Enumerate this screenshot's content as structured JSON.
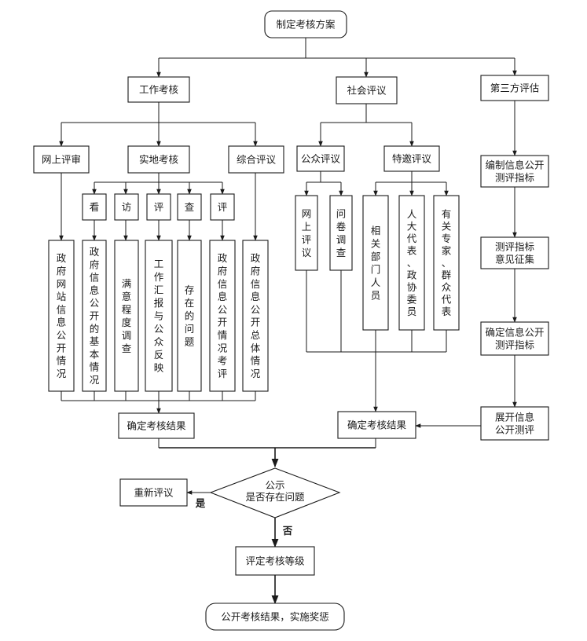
{
  "nodes": {
    "plan": "制定考核方案",
    "work": "工作考核",
    "social": "社会评议",
    "third": "第三方评估",
    "online_review": "网上评审",
    "field": "实地考核",
    "comprehensive": "综合评议",
    "kan": "看",
    "fang": "访",
    "ping1": "评",
    "cha": "查",
    "ping2": "评",
    "public": "公众评议",
    "invited": "特邀评议",
    "c1": "政府网站信息公开情况",
    "c2": "政府信息公开的基本情况",
    "c3": "满意程度调查",
    "c4": "工作汇报与公众反映",
    "c5": "存在的问题",
    "c6": "政府信息公开情况考评",
    "c7": "政府信息公开总体情况",
    "p1": "网上评议",
    "p2": "问卷调查",
    "i1": "相关部门人员",
    "i2": "人大代表、政协委员",
    "i3": "有关专家、群众代表",
    "t1": "编制信息公开测评指标",
    "t2": "测评指标意见征集",
    "t3": "确定信息公开测评指标",
    "t4": "展开信息公开测评",
    "result_left": "确定考核结果",
    "result_mid": "确定考核结果",
    "decision": "公示是否存在问题",
    "redo": "重新评议",
    "grade": "评定考核等级",
    "final": "公开考核结果，实施奖惩"
  },
  "edge_labels": {
    "yes": "是",
    "no": "否"
  }
}
